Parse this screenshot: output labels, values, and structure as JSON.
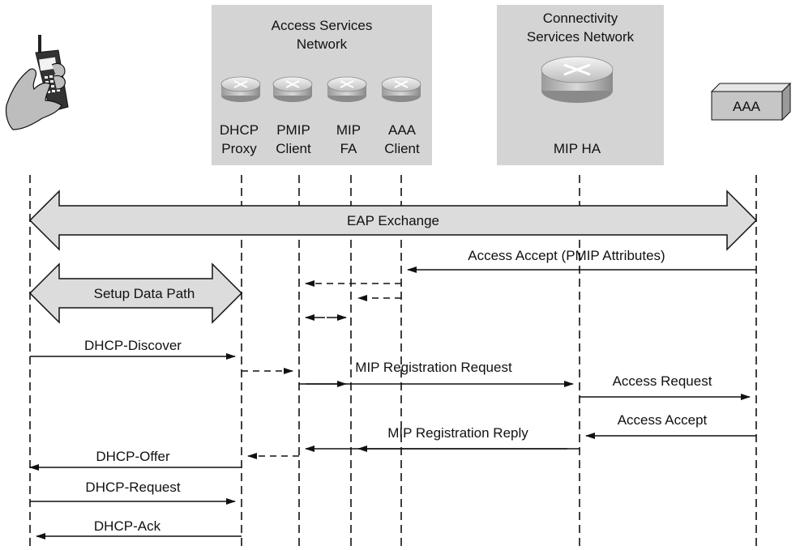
{
  "boxes": {
    "asn_title_1": "Access Services",
    "asn_title_2": "Network",
    "csn_title_1": "Connectivity",
    "csn_title_2": "Services Network",
    "csn_router_label": "MIP HA",
    "aaa_label": "AAA"
  },
  "routers": [
    {
      "line1": "DHCP",
      "line2": "Proxy"
    },
    {
      "line1": "PMIP",
      "line2": "Client"
    },
    {
      "line1": "MIP",
      "line2": "FA"
    },
    {
      "line1": "AAA",
      "line2": "Client"
    }
  ],
  "messages": {
    "eap_exchange": "EAP Exchange",
    "access_accept_pmip": "Access Accept (PMIP Attributes)",
    "setup_data_path": "Setup Data Path",
    "dhcp_discover": "DHCP-Discover",
    "mip_registration_request": "MIP Registration Request",
    "access_request": "Access Request",
    "access_accept": "Access Accept",
    "mip_registration_reply": "MIP Registration Reply",
    "dhcp_offer": "DHCP-Offer",
    "dhcp_request": "DHCP-Request",
    "dhcp_ack": "DHCP-Ack"
  },
  "colors": {
    "box_fill": "#d4d4d4",
    "arrow_fill": "#dcdcdc",
    "line": "#111111"
  }
}
